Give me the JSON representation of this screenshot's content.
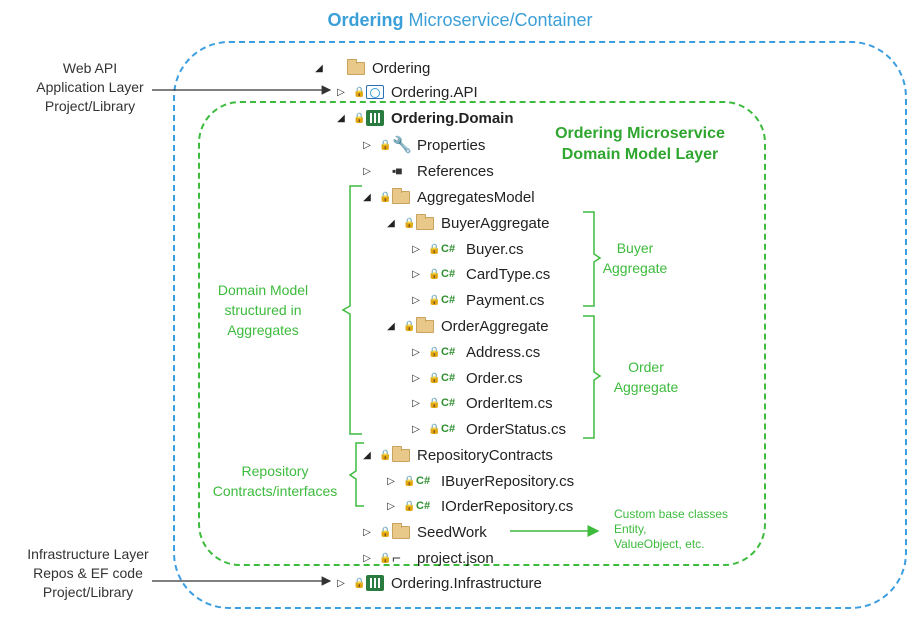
{
  "title": {
    "bold": "Ordering",
    "rest": "Microservice/Container"
  },
  "labels": {
    "web_api": [
      "Web API",
      "Application Layer",
      "Project/Library"
    ],
    "infrastructure": [
      "Infrastructure Layer",
      "Repos & EF code",
      "Project/Library"
    ],
    "domain_layer": [
      "Ordering Microservice",
      "Domain Model Layer"
    ],
    "domain_model": [
      "Domain Model",
      "structured in",
      "Aggregates"
    ],
    "repository": [
      "Repository",
      "Contracts/interfaces"
    ],
    "buyer_aggregate": [
      "Buyer",
      "Aggregate"
    ],
    "order_aggregate": [
      "Order",
      "Aggregate"
    ],
    "seedwork_note": [
      "Custom base classes",
      "Entity,",
      "ValueObject, etc."
    ]
  },
  "tree": {
    "ordering": "Ordering",
    "ordering_api": "Ordering.API",
    "ordering_domain": "Ordering.Domain",
    "properties": "Properties",
    "references": "References",
    "aggregates_model": "AggregatesModel",
    "buyer_aggregate": "BuyerAggregate",
    "buyer_cs": "Buyer.cs",
    "cardtype_cs": "CardType.cs",
    "payment_cs": "Payment.cs",
    "order_aggregate": "OrderAggregate",
    "address_cs": "Address.cs",
    "order_cs": "Order.cs",
    "orderitem_cs": "OrderItem.cs",
    "orderstatus_cs": "OrderStatus.cs",
    "repository_contracts": "RepositoryContracts",
    "ibuyer_repository_cs": "IBuyerRepository.cs",
    "iorder_repository_cs": "IOrderRepository.cs",
    "seedwork": "SeedWork",
    "project_json": "project.json",
    "ordering_infrastructure": "Ordering.Infrastructure"
  },
  "glyphs": {
    "expanded": "◢",
    "collapsed": "▷",
    "lock": "🔒",
    "csharp": "C#",
    "wrench": "🔧",
    "references": "▪■",
    "json": "⌐"
  },
  "colors": {
    "blue": "#3c9ee0",
    "green": "#3dbb3d",
    "folder": "#e8c98a"
  }
}
